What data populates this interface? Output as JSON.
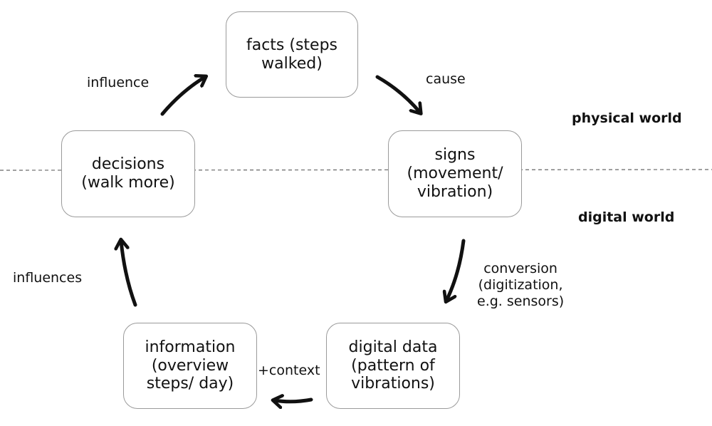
{
  "nodes": {
    "facts": "facts (steps\nwalked)",
    "signs": "signs\n(movement/\nvibration)",
    "digital_data": "digital data\n(pattern of\nvibrations)",
    "information": "information\n(overview\nsteps/ day)",
    "decisions": "decisions\n(walk more)"
  },
  "edges": {
    "cause": "cause",
    "conversion": "conversion\n(digitization,\ne.g. sensors)",
    "context": "+context",
    "influences": "influences",
    "influence": "influence"
  },
  "zones": {
    "physical": "physical world",
    "digital": "digital world"
  }
}
